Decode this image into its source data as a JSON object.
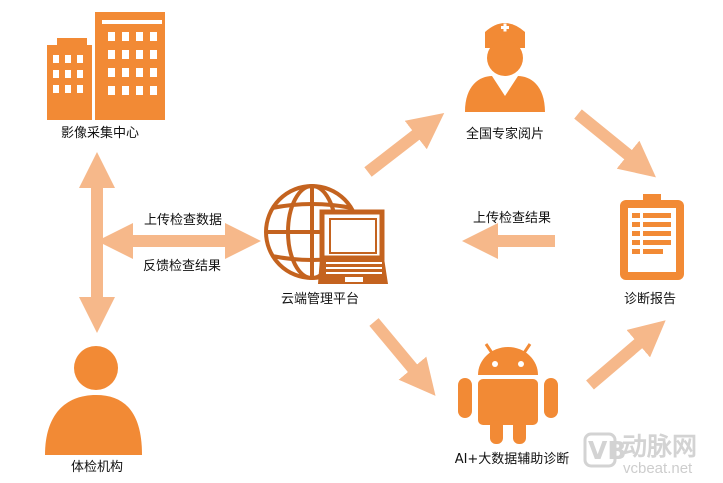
{
  "nodes": {
    "imaging_center": "影像采集中心",
    "exam_institution": "体检机构",
    "cloud_platform": "云端管理平台",
    "expert_reading": "全国专家阅片",
    "diagnosis_report": "诊断报告",
    "ai_diagnosis": "AI+大数据辅助诊断"
  },
  "edges": {
    "upload_exam_data": "上传检查数据",
    "feedback_results": "反馈检查结果",
    "upload_results": "上传检查结果"
  },
  "watermark": {
    "logo_text": "动脉网",
    "url": "vcbeat.net"
  },
  "colors": {
    "icon": "#f28a35",
    "globe": "#c4631f",
    "arrow": "#f6b88a"
  }
}
